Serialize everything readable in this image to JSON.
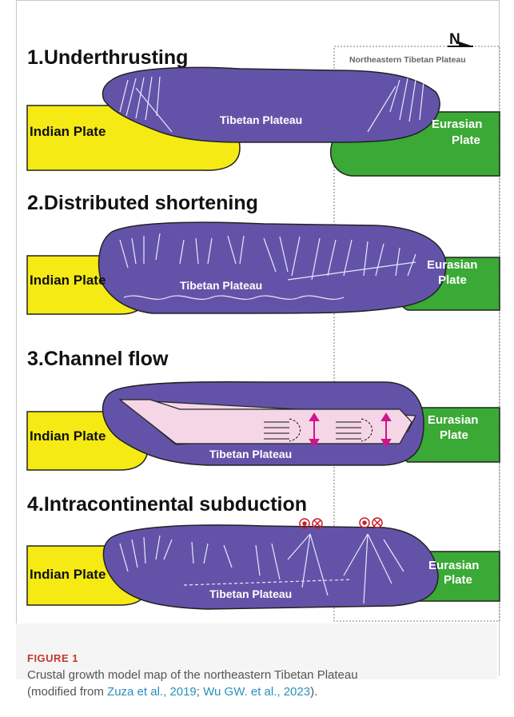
{
  "panels": [
    {
      "title": "1.Underthrusting",
      "left_plate": "Indian Plate",
      "center": "Tibetan Plateau",
      "right_plate_l1": "Eurasian",
      "right_plate_l2": "Plate"
    },
    {
      "title": "2.Distributed shortening",
      "left_plate": "Indian Plate",
      "center": "Tibetan Plateau",
      "right_plate_l1": "Eurasian",
      "right_plate_l2": "Plate"
    },
    {
      "title": "3.Channel flow",
      "left_plate": "Indian Plate",
      "center": "Tibetan Plateau",
      "right_plate_l1": "Eurasian",
      "right_plate_l2": "Plate"
    },
    {
      "title": "4.Intracontinental subduction",
      "left_plate": "Indian Plate",
      "center": "Tibetan Plateau",
      "right_plate_l1": "Eurasian",
      "right_plate_l2": "Plate"
    }
  ],
  "north_arrow": "N",
  "region_box_label": "Northeastern Tibetan Plateau",
  "colors": {
    "indian": "#f5ea14",
    "tibetan": "#6353a8",
    "eurasian": "#3aa935",
    "channel": "#f5d6e6",
    "arrow": "#d0148c",
    "dots": "#c81e2a"
  },
  "caption": {
    "label": "FIGURE 1",
    "text_1": "Crustal growth model map of the northeastern Tibetan Plateau",
    "text_2": "(modified from ",
    "ref_1": "Zuza et al., 2019",
    "sep": "; ",
    "ref_2": "Wu GW. et al., 2023",
    "text_3": ")."
  }
}
